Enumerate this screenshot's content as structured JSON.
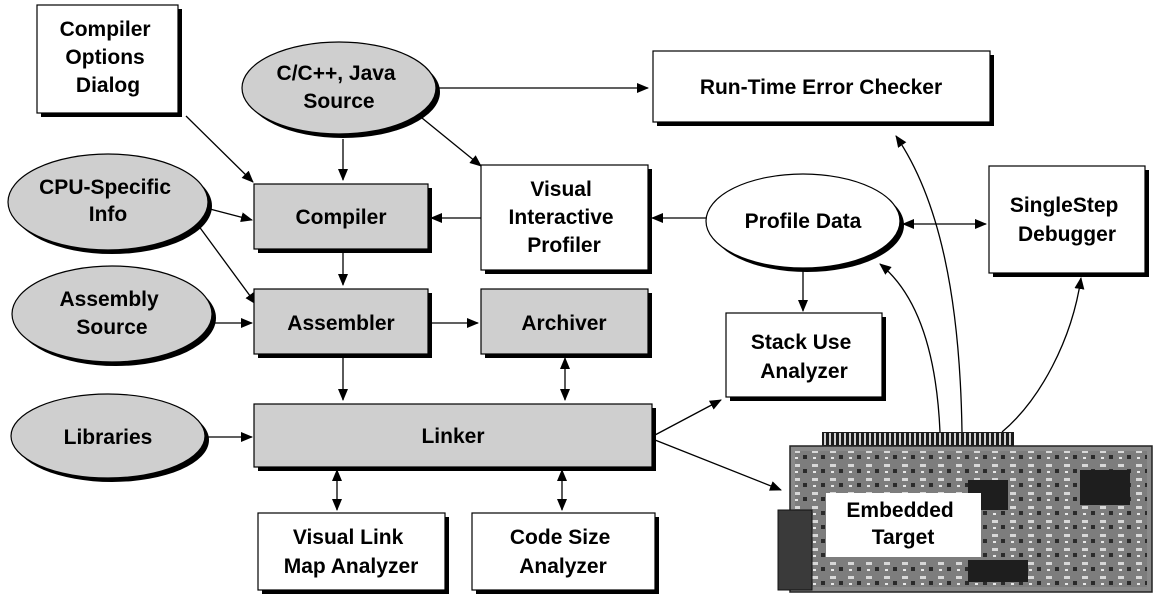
{
  "diagram": {
    "nodes": {
      "compiler_options": [
        "Compiler",
        "Options",
        "Dialog"
      ],
      "source": [
        "C/C++, Java",
        "Source"
      ],
      "runtime_checker": [
        "Run-Time Error Checker"
      ],
      "cpu_info": [
        "CPU-Specific",
        "Info"
      ],
      "compiler": [
        "Compiler"
      ],
      "visual_profiler": [
        "Visual",
        "Interactive",
        "Profiler"
      ],
      "profile_data": [
        "Profile Data"
      ],
      "singlestep": [
        "SingleStep",
        "Debugger"
      ],
      "assembly_source": [
        "Assembly",
        "Source"
      ],
      "assembler": [
        "Assembler"
      ],
      "archiver": [
        "Archiver"
      ],
      "stack_use": [
        "Stack Use",
        "Analyzer"
      ],
      "libraries": [
        "Libraries"
      ],
      "linker": [
        "Linker"
      ],
      "link_map": [
        "Visual Link",
        "Map Analyzer"
      ],
      "code_size": [
        "Code Size",
        "Analyzer"
      ],
      "embedded_target": [
        "Embedded",
        "Target"
      ]
    },
    "colors": {
      "gray_fill": "#cfcfcf",
      "white_fill": "#ffffff",
      "line": "#000000"
    }
  }
}
